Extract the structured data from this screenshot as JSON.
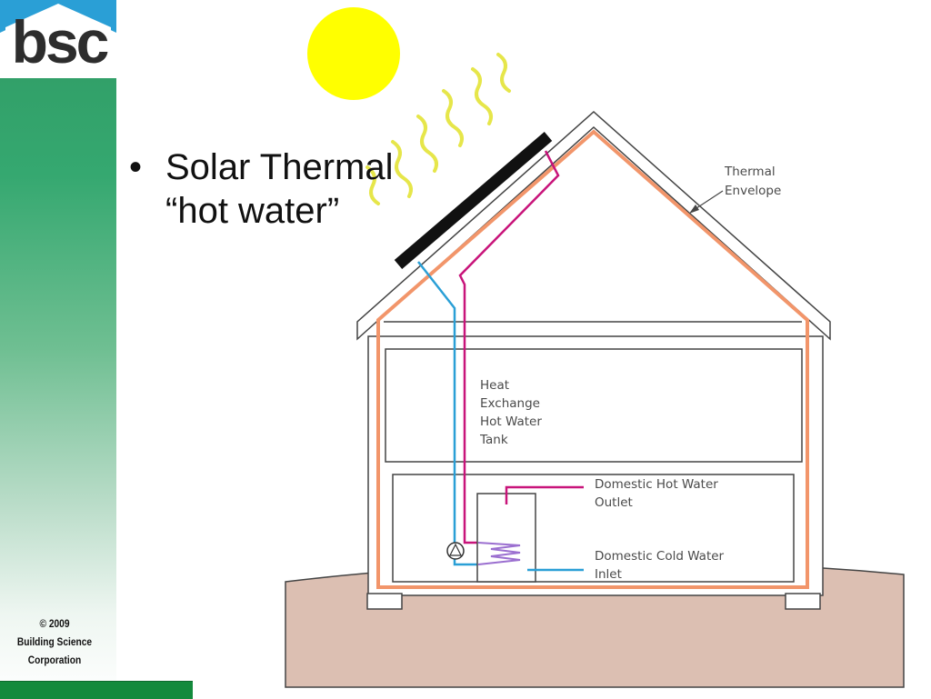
{
  "logo": {
    "text": "bsc"
  },
  "copyright": {
    "line1": "© 2009",
    "line2": "Building Science",
    "line3": "Corporation"
  },
  "slide": {
    "bullet": "•",
    "line1": "Solar Thermal",
    "line2": "“hot water”"
  },
  "diagram": {
    "labels": {
      "envelope_1": "Thermal",
      "envelope_2": "Envelope",
      "tank_1": "Heat",
      "tank_2": "Exchange",
      "tank_3": "Hot Water",
      "tank_4": "Tank",
      "hot_1": "Domestic Hot Water",
      "hot_2": "Outlet",
      "cold_1": "Domestic Cold Water",
      "cold_2": "Inlet"
    },
    "colors": {
      "sun": "#ffff00",
      "rays": "#e6e64a",
      "envelope": "#f2956a",
      "hot_pipe": "#c8147a",
      "cold_pipe": "#2a9fd6",
      "ground": "#dcbfb2",
      "panel": "#111111",
      "brand_green": "#35a870"
    }
  }
}
